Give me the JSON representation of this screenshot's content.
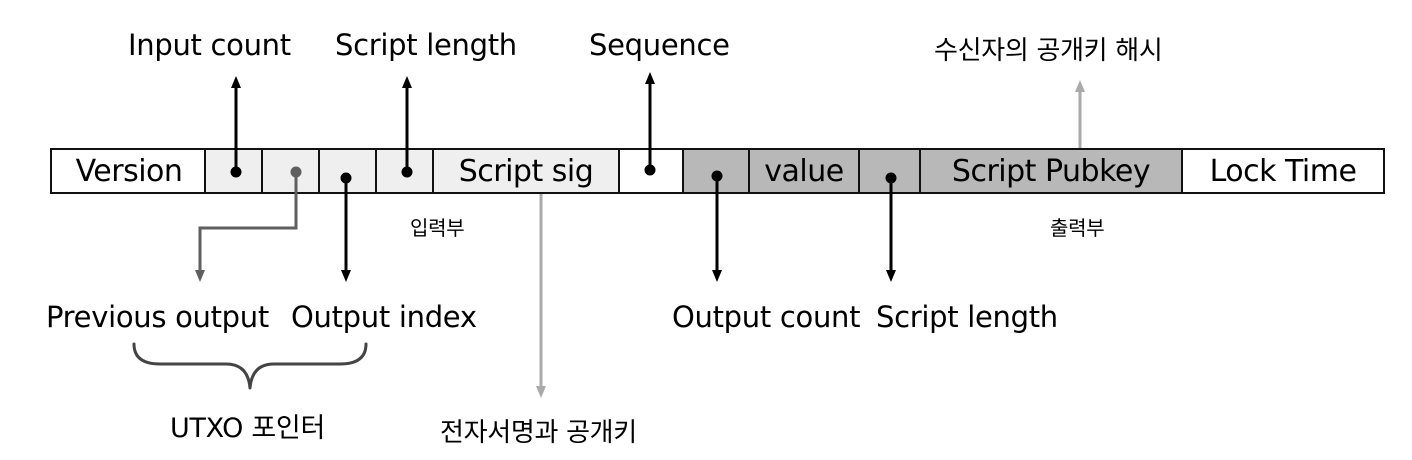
{
  "colors": {
    "white": "#ffffff",
    "light_gray": "#efefef",
    "dark_gray": "#b8b8b8",
    "black_arrow": "#000000",
    "dim_arrow": "#5f5f5f",
    "light_arrow": "#aaaaaa"
  },
  "cells": [
    {
      "id": "version",
      "text": "Version",
      "fill": "#ffffff"
    },
    {
      "id": "input-count",
      "text": "",
      "fill": "#efefef"
    },
    {
      "id": "previous-output",
      "text": "",
      "fill": "#efefef"
    },
    {
      "id": "output-index",
      "text": "",
      "fill": "#efefef"
    },
    {
      "id": "script-length-in",
      "text": "",
      "fill": "#efefef"
    },
    {
      "id": "script-sig",
      "text": "Script sig",
      "fill": "#efefef"
    },
    {
      "id": "sequence",
      "text": "",
      "fill": "#ffffff"
    },
    {
      "id": "output-count",
      "text": "",
      "fill": "#b8b8b8"
    },
    {
      "id": "value",
      "text": "value",
      "fill": "#b8b8b8"
    },
    {
      "id": "script-length-out",
      "text": "",
      "fill": "#b8b8b8"
    },
    {
      "id": "script-pubkey",
      "text": "Script Pubkey",
      "fill": "#b8b8b8"
    },
    {
      "id": "lock-time",
      "text": "Lock Time",
      "fill": "#ffffff"
    }
  ],
  "labels": {
    "input_count": "Input count",
    "script_length_top": "Script length",
    "sequence": "Sequence",
    "pubkey_hash": "수신자의 공개키 해시",
    "input_section": "입력부",
    "output_section": "출력부",
    "previous_output": "Previous output",
    "output_index": "Output index",
    "output_count": "Output count",
    "script_length_bottom": "Script length",
    "utxo_pointer": "UTXO 포인터",
    "signature_pubkey": "전자서명과 공개키"
  }
}
